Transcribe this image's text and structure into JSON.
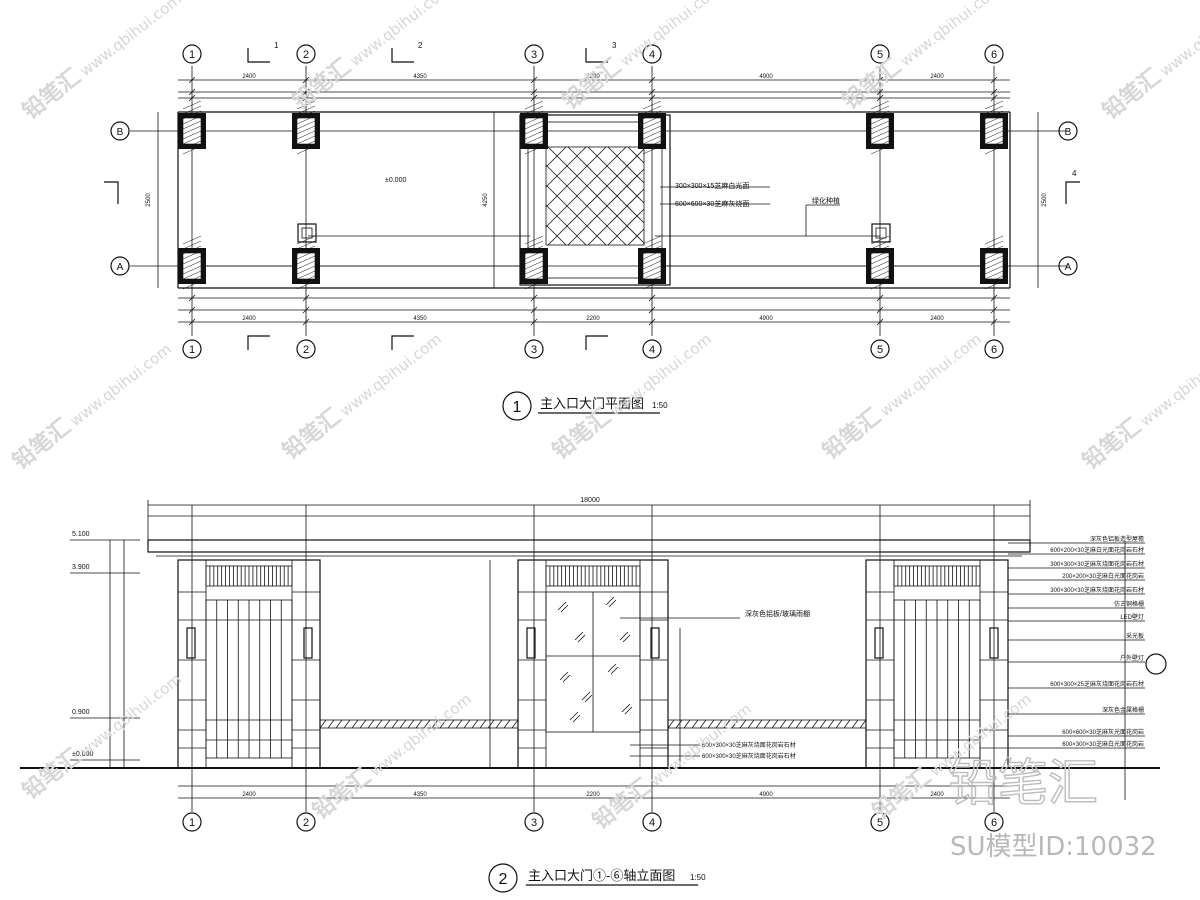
{
  "plan": {
    "title": "主入口大门平面图",
    "scale": "1:50",
    "number": "1",
    "axes_top": [
      "1",
      "2",
      "3",
      "4",
      "5",
      "6"
    ],
    "axes_bottom": [
      "1",
      "2",
      "3",
      "4",
      "5",
      "6"
    ],
    "axes_left": [
      "B",
      "A"
    ],
    "axes_right": [
      "B",
      "A"
    ],
    "dims_top_outer": [
      "2400",
      "4350",
      "2200",
      "4900",
      "2400"
    ],
    "dims_bottom_outer": [
      "2400",
      "4350",
      "2200",
      "4900",
      "2400"
    ],
    "dims_side": [
      "2500",
      "4250"
    ],
    "annotations": [
      "±0.000",
      "300×300×15芝麻白光面",
      "600×600×30芝麻灰烧面",
      "绿化种植"
    ],
    "section_marks": [
      "1",
      "2",
      "3",
      "4"
    ]
  },
  "elevation": {
    "title": "主入口大门①-⑥轴立面图",
    "scale": "1:50",
    "number": "2",
    "axes": [
      "1",
      "2",
      "3",
      "4",
      "5",
      "6"
    ],
    "total_width": "18000",
    "levels": [
      "5.100",
      "3.900",
      "0.900",
      "±0.000"
    ],
    "dims_bottom": [
      "2400",
      "4350",
      "2200",
      "4900",
      "2400"
    ],
    "notes": [
      "深灰色铝板造型屋檐",
      "600×200×30芝麻白光面花岗岩石材",
      "300×300×30芝麻灰烧面花岗岩石材",
      "200×200×30芝麻白光面花岗岩",
      "300×300×30芝麻灰烧面花岗岩石材",
      "仿古铜格栅",
      "LED壁灯",
      "采光板",
      "户外壁灯",
      "600×300×25芝麻灰烧面花岗岩石材",
      "深灰色金属格栅",
      "600×600×30芝麻灰光面花岗岩",
      "600×300×30芝麻白光面花岗岩"
    ],
    "center_note": "深灰色铝板/玻璃雨棚",
    "bottom_notes": [
      "600×300×30芝麻灰烧面花岗岩石材",
      "600×300×30芝麻灰烧面花岗岩石材"
    ]
  },
  "watermark": {
    "brand": "铅笔汇",
    "url": "www.qbihui.com",
    "model_id": "SU模型ID:10032"
  }
}
